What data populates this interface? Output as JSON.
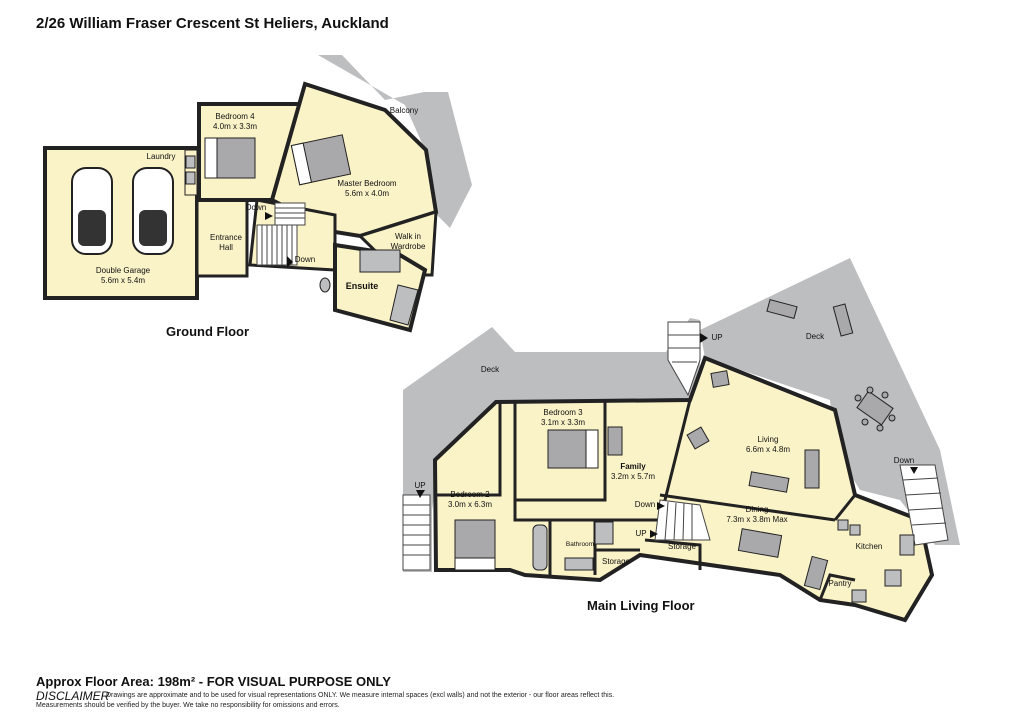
{
  "title": "2/26 William Fraser Crescent St Heliers, Auckland",
  "floors": {
    "ground": {
      "label": "Ground  Floor",
      "rooms": {
        "laundry": {
          "name": "Laundry"
        },
        "garage": {
          "name": "Double Garage",
          "size": "5.6m x 5.4m"
        },
        "entrance": {
          "name": "Entrance",
          "name2": "Hall"
        },
        "bedroom4": {
          "name": "Bedroom 4",
          "size": "4.0m x 3.3m"
        },
        "master": {
          "name": "Master Bedroom",
          "size": "5.6m x 4.0m"
        },
        "balcony": {
          "name": "Balcony"
        },
        "walkin": {
          "name": "Walk in",
          "name2": "Wardrobe"
        },
        "ensuite": {
          "name": "Ensuite"
        }
      },
      "arrows": {
        "down1": "Down",
        "down2": "Down"
      }
    },
    "main": {
      "label": "Main Living Floor",
      "rooms": {
        "deck_left": {
          "name": "Deck"
        },
        "deck_right": {
          "name": "Deck"
        },
        "bedroom3": {
          "name": "Bedroom 3",
          "size": "3.1m x 3.3m"
        },
        "bedroom2": {
          "name": "Bedroom 2",
          "size": "3.0m x 6.3m"
        },
        "family": {
          "name": "Family",
          "size": "3.2m x 5.7m"
        },
        "living": {
          "name": "Living",
          "size": "6.6m x 4.8m"
        },
        "dining": {
          "name": "Dining",
          "size": "7.3m x 3.8m Max"
        },
        "kitchen": {
          "name": "Kitchen"
        },
        "pantry": {
          "name": "Pantry"
        },
        "bathroom": {
          "name": "Bathroom"
        },
        "storage1": {
          "name": "Storage"
        },
        "storage2": {
          "name": "Storage"
        }
      },
      "arrows": {
        "up_top": "UP",
        "up_left": "UP",
        "down_right": "Down",
        "down_family": "Down",
        "up_storage": "UP"
      }
    }
  },
  "footer": {
    "area": "Approx Floor Area: 198m² - FOR VISUAL PURPOSE ONLY",
    "disclaimer_heading": "DISCLAIMER",
    "disclaimer_line1": "Drawings are approximate and to be used for visual representations ONLY. We measure internal spaces (excl walls) and not the exterior - our floor areas reflect this.",
    "disclaimer_line2": "Measurements should be verified by the buyer. We take no responsibility for omissions and errors."
  },
  "colors": {
    "room": "#fbf3c8",
    "deck": "#bdbec0",
    "wall": "#222222",
    "stair": "#ffffff"
  }
}
